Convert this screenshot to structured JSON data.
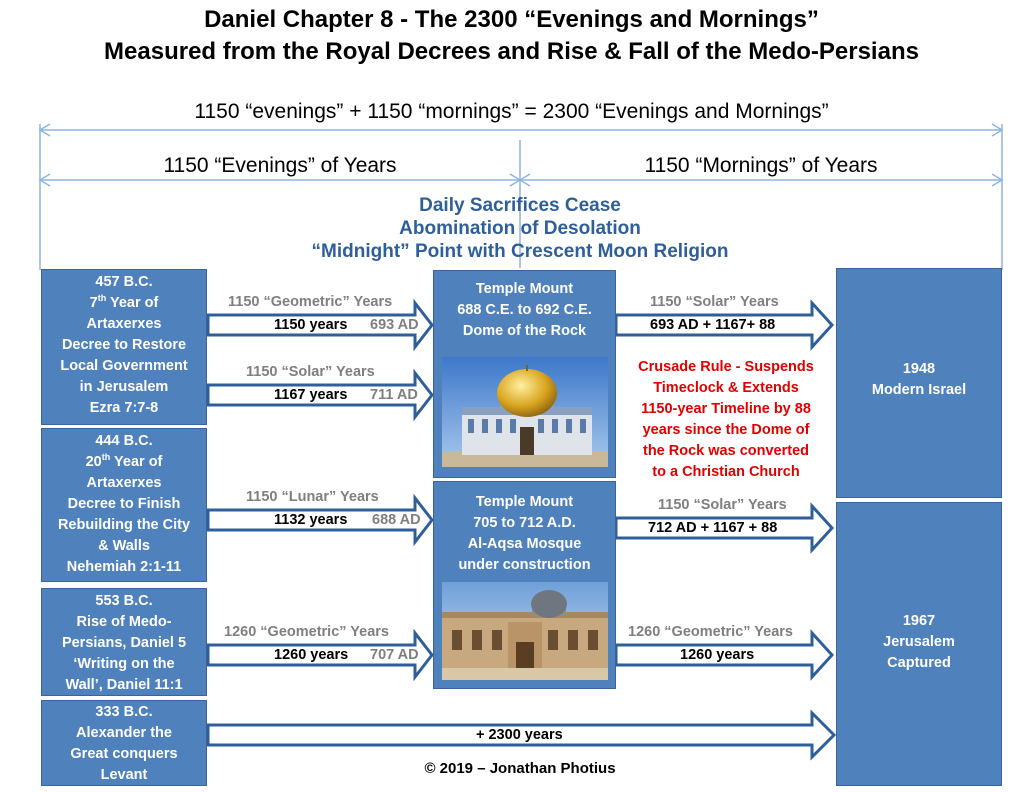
{
  "title_line1": "Daniel Chapter 8 - The 2300 “Evenings and Mornings”",
  "title_line2": "Measured from the Royal Decrees and Rise & Fall of the Medo-Persians",
  "top_equation": "1150 “evenings” + 1150 “mornings” = 2300 “Evenings and Mornings”",
  "half_left": "1150 “Evenings” of Years",
  "half_right": "1150 “Mornings” of Years",
  "center_lines": [
    "Daily Sacrifices Cease",
    "Abomination of Desolation",
    "“Midnight” Point with Crescent Moon Religion"
  ],
  "left_boxes": [
    {
      "l1": "457 B.C.",
      "l2a": "7",
      "l2sup": "th",
      "l2b": " Year of",
      "l3": "Artaxerxes",
      "l4": "Decree to Restore",
      "l5": "Local Government",
      "l6": "in Jerusalem",
      "l7": "Ezra 7:7-8"
    },
    {
      "l1": "444 B.C.",
      "l2a": "20",
      "l2sup": "th",
      "l2b": " Year of",
      "l3": "Artaxerxes",
      "l4": "Decree to Finish",
      "l5": "Rebuilding the City",
      "l6": "& Walls",
      "l7": "Nehemiah 2:1-11"
    },
    {
      "l1": "553 B.C.",
      "l2": "Rise of Medo-",
      "l3": "Persians, Daniel 5",
      "l4": "‘Writing on the",
      "l5": "Wall’, Daniel 11:1"
    },
    {
      "l1": "333 B.C.",
      "l2": "Alexander the",
      "l3": "Great conquers",
      "l4": "Levant"
    }
  ],
  "temple_boxes": [
    {
      "l1": "Temple Mount",
      "l2": "688 C.E. to 692 C.E.",
      "l3": "Dome of the Rock"
    },
    {
      "l1": "Temple Mount",
      "l2": "705 to 712 A.D.",
      "l3": "Al-Aqsa Mosque",
      "l4": "under construction"
    }
  ],
  "right_boxes": [
    {
      "l1": "1948",
      "l2": "Modern Israel"
    },
    {
      "l1": "1967",
      "l2": "Jerusalem",
      "l3": "Captured"
    }
  ],
  "left_arrows": [
    {
      "top": "1150 “Geometric” Years",
      "value": "1150 years",
      "end": "693 AD"
    },
    {
      "top": "1150 “Solar” Years",
      "value": "1167 years",
      "end": "711 AD"
    },
    {
      "top": "1150 “Lunar” Years",
      "value": "1132 years",
      "end": "688 AD"
    },
    {
      "top": "1260 “Geometric” Years",
      "value": "1260 years",
      "end": "707 AD"
    }
  ],
  "right_arrows": [
    {
      "top": "1150  “Solar” Years",
      "value": "693 AD + 1167+ 88"
    },
    {
      "top": "1150 “Solar” Years",
      "value": "712 AD + 1167 + 88"
    },
    {
      "top": "1260 “Geometric” Years",
      "value": "1260 years"
    }
  ],
  "bottom_arrow": "+ 2300 years",
  "crusade_note": [
    "Crusade Rule - Suspends",
    "Timeclock &  Extends",
    "1150-year Timeline by 88",
    "years since the Dome of",
    "the Rock was converted",
    "to a Christian Church"
  ],
  "copyright": "© 2019 – Jonathan Photius",
  "colors": {
    "box_fill": "#4f81bd",
    "heading_blue": "#2f5f9a",
    "note_red": "#e00000",
    "line_blue": "#8eb4e3"
  }
}
